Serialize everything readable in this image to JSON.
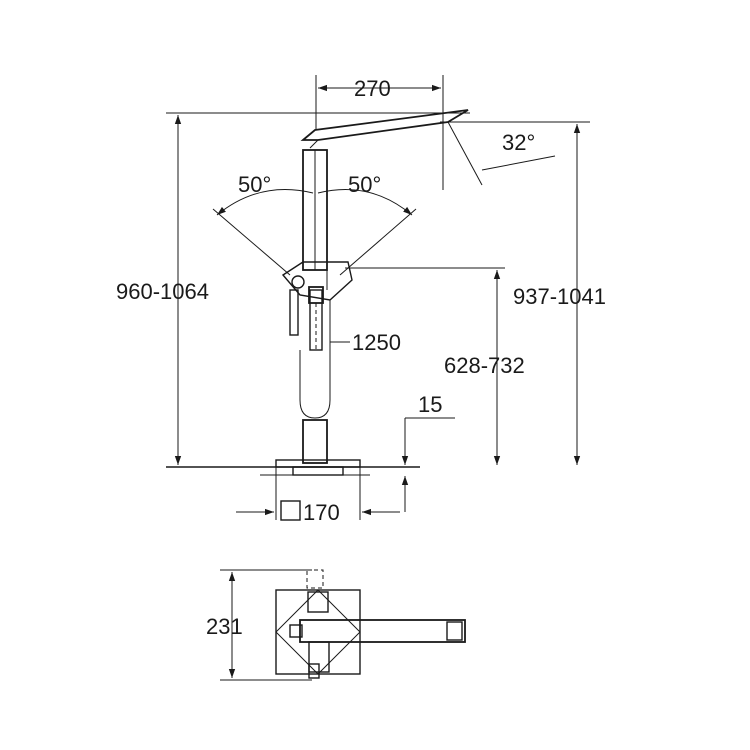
{
  "dimensions": {
    "spout_reach": "270",
    "spout_angle": "32°",
    "swivel_left": "50°",
    "swivel_right": "50°",
    "total_height": "960-1064",
    "spout_height": "937-1041",
    "handle_height": "628-732",
    "hose_length": "1250",
    "floor_offset": "15",
    "base_width": "170",
    "depth": "231"
  },
  "colors": {
    "line": "#1a1a1a",
    "background": "#ffffff"
  },
  "icons": {
    "square_symbol": "square-section-icon"
  }
}
